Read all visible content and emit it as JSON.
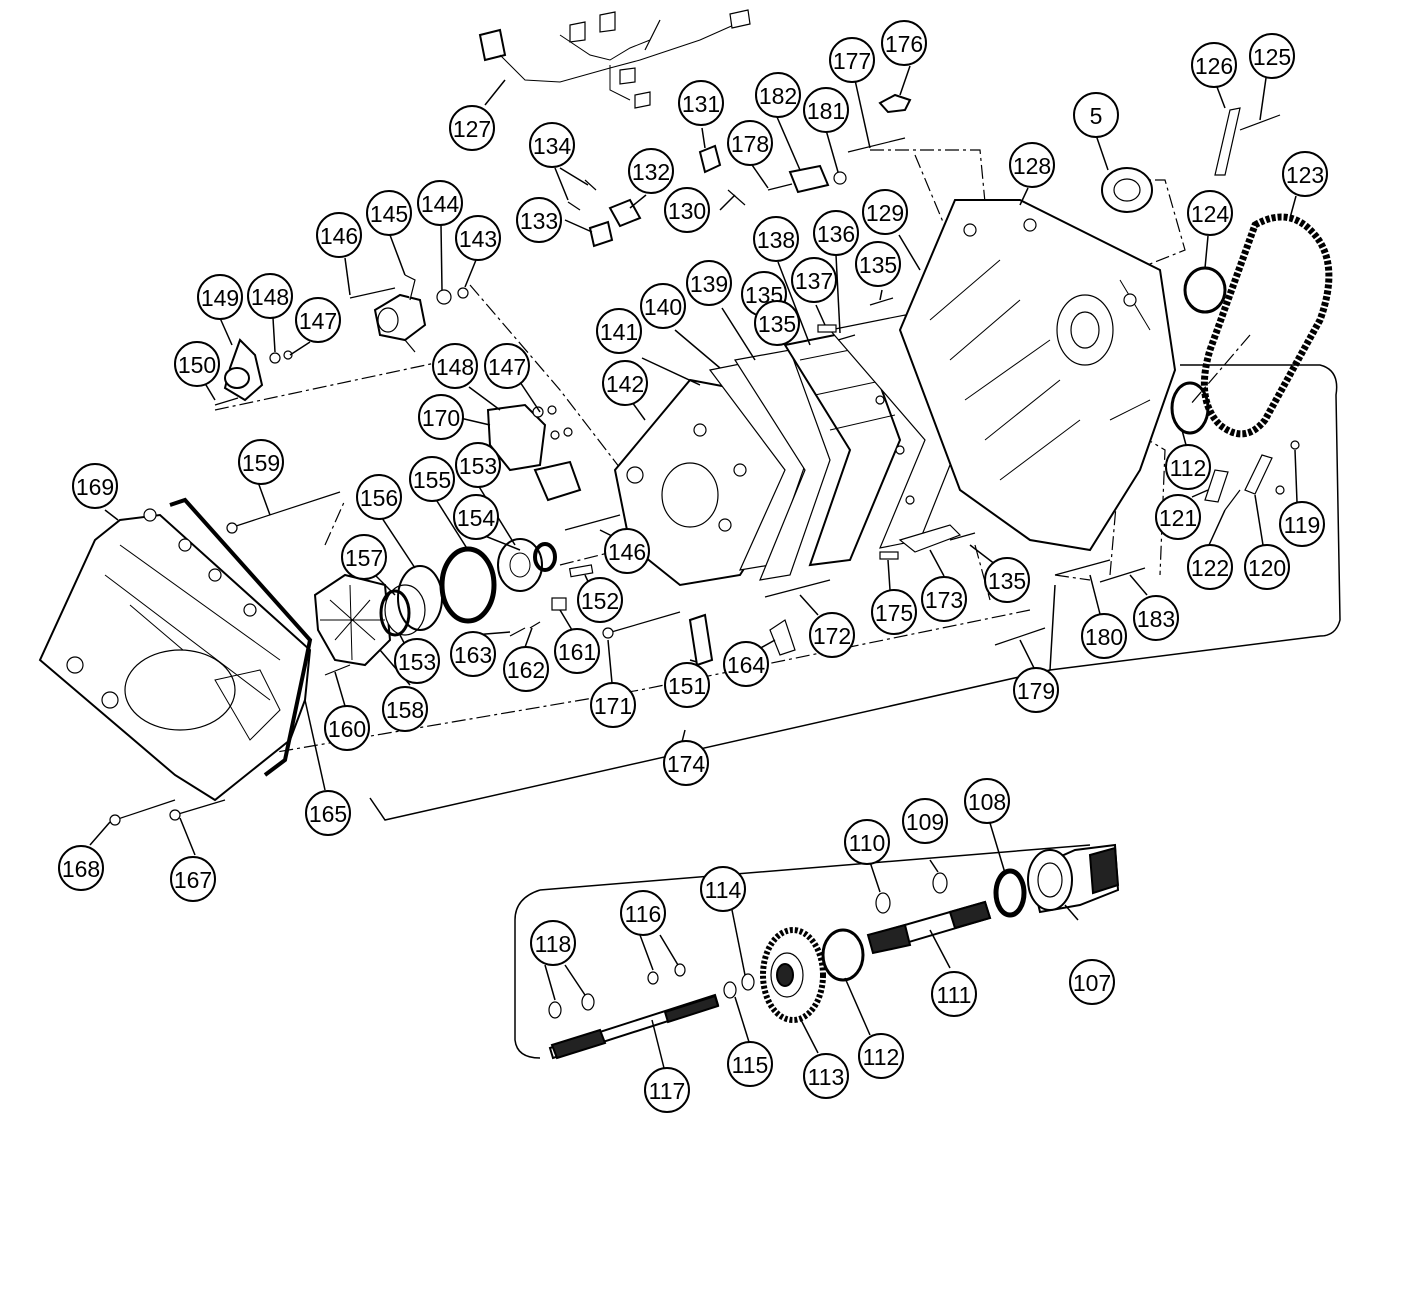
{
  "callouts": [
    {
      "id": "5"
    },
    {
      "id": "107"
    },
    {
      "id": "108"
    },
    {
      "id": "109"
    },
    {
      "id": "110"
    },
    {
      "id": "111"
    },
    {
      "id": "112"
    },
    {
      "id": "112"
    },
    {
      "id": "113"
    },
    {
      "id": "114"
    },
    {
      "id": "115"
    },
    {
      "id": "116"
    },
    {
      "id": "117"
    },
    {
      "id": "118"
    },
    {
      "id": "119"
    },
    {
      "id": "120"
    },
    {
      "id": "121"
    },
    {
      "id": "122"
    },
    {
      "id": "123"
    },
    {
      "id": "124"
    },
    {
      "id": "125"
    },
    {
      "id": "126"
    },
    {
      "id": "127"
    },
    {
      "id": "128"
    },
    {
      "id": "129"
    },
    {
      "id": "130"
    },
    {
      "id": "131"
    },
    {
      "id": "132"
    },
    {
      "id": "133"
    },
    {
      "id": "134"
    },
    {
      "id": "135"
    },
    {
      "id": "135"
    },
    {
      "id": "135"
    },
    {
      "id": "135"
    },
    {
      "id": "136"
    },
    {
      "id": "137"
    },
    {
      "id": "138"
    },
    {
      "id": "139"
    },
    {
      "id": "140"
    },
    {
      "id": "141"
    },
    {
      "id": "142"
    },
    {
      "id": "143"
    },
    {
      "id": "144"
    },
    {
      "id": "145"
    },
    {
      "id": "146"
    },
    {
      "id": "146"
    },
    {
      "id": "147"
    },
    {
      "id": "147"
    },
    {
      "id": "148"
    },
    {
      "id": "148"
    },
    {
      "id": "149"
    },
    {
      "id": "150"
    },
    {
      "id": "151"
    },
    {
      "id": "152"
    },
    {
      "id": "153"
    },
    {
      "id": "153"
    },
    {
      "id": "154"
    },
    {
      "id": "155"
    },
    {
      "id": "156"
    },
    {
      "id": "157"
    },
    {
      "id": "158"
    },
    {
      "id": "159"
    },
    {
      "id": "160"
    },
    {
      "id": "161"
    },
    {
      "id": "162"
    },
    {
      "id": "163"
    },
    {
      "id": "164"
    },
    {
      "id": "165"
    },
    {
      "id": "167"
    },
    {
      "id": "168"
    },
    {
      "id": "169"
    },
    {
      "id": "170"
    },
    {
      "id": "171"
    },
    {
      "id": "172"
    },
    {
      "id": "173"
    },
    {
      "id": "174"
    },
    {
      "id": "175"
    },
    {
      "id": "176"
    },
    {
      "id": "177"
    },
    {
      "id": "178"
    },
    {
      "id": "179"
    },
    {
      "id": "180"
    },
    {
      "id": "181"
    },
    {
      "id": "182"
    },
    {
      "id": "183"
    }
  ],
  "colors": {
    "line": "#000000",
    "background": "#ffffff"
  }
}
